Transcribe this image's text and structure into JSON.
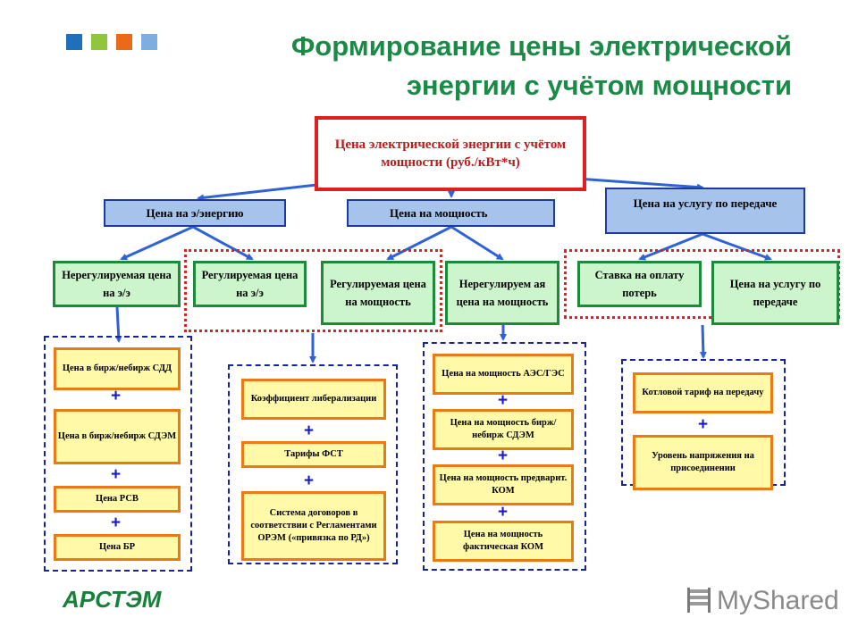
{
  "header": {
    "title": "Формирование цены электрической энергии с учётом мощности",
    "squares": [
      "#1f6fba",
      "#8fc63b",
      "#ea6a1a",
      "#7eaee0"
    ]
  },
  "diagram": {
    "root": "Цена электрической энергии с учётом мощности (руб./кВт*ч)",
    "level1": {
      "energy": "Цена на э/энергию",
      "capacity": "Цена на мощность",
      "transmission": "Цена на услугу по передаче"
    },
    "level2": {
      "unregulated_energy": "Нерегулируемая цена на э/э",
      "regulated_energy": "Регулируемая цена на э/э",
      "regulated_capacity": "Регулируемая цена на мощность",
      "unregulated_capacity": "Нерегулируем ая цена на мощность",
      "loss_rate": "Ставка на оплату потерь",
      "transmission_service": "Цена на услугу по передаче"
    },
    "group1": [
      "Цена в бирж/небирж СДД",
      "Цена в бирж/небирж СДЭМ",
      "Цена РСВ",
      "Цена БР"
    ],
    "group2": [
      "Коэффициент либерализации",
      "Тарифы ФСТ",
      "Система договоров в соответствии с Регламентами ОРЭМ («привязка по РД»)"
    ],
    "group3": [
      "Цена на мощность АЭС/ГЭС",
      "Цена на мощность бирж/небирж СДЭМ",
      "Цена на мощность предварит. КОМ",
      "Цена на мощность фактическая КОМ"
    ],
    "group4": [
      "Котловой тариф на передачу",
      "Уровень напряжения на присоединении"
    ],
    "plus_sign": "+"
  },
  "footer": {
    "left_logo": "АРСТЭМ",
    "right_logo": "MyShared"
  }
}
